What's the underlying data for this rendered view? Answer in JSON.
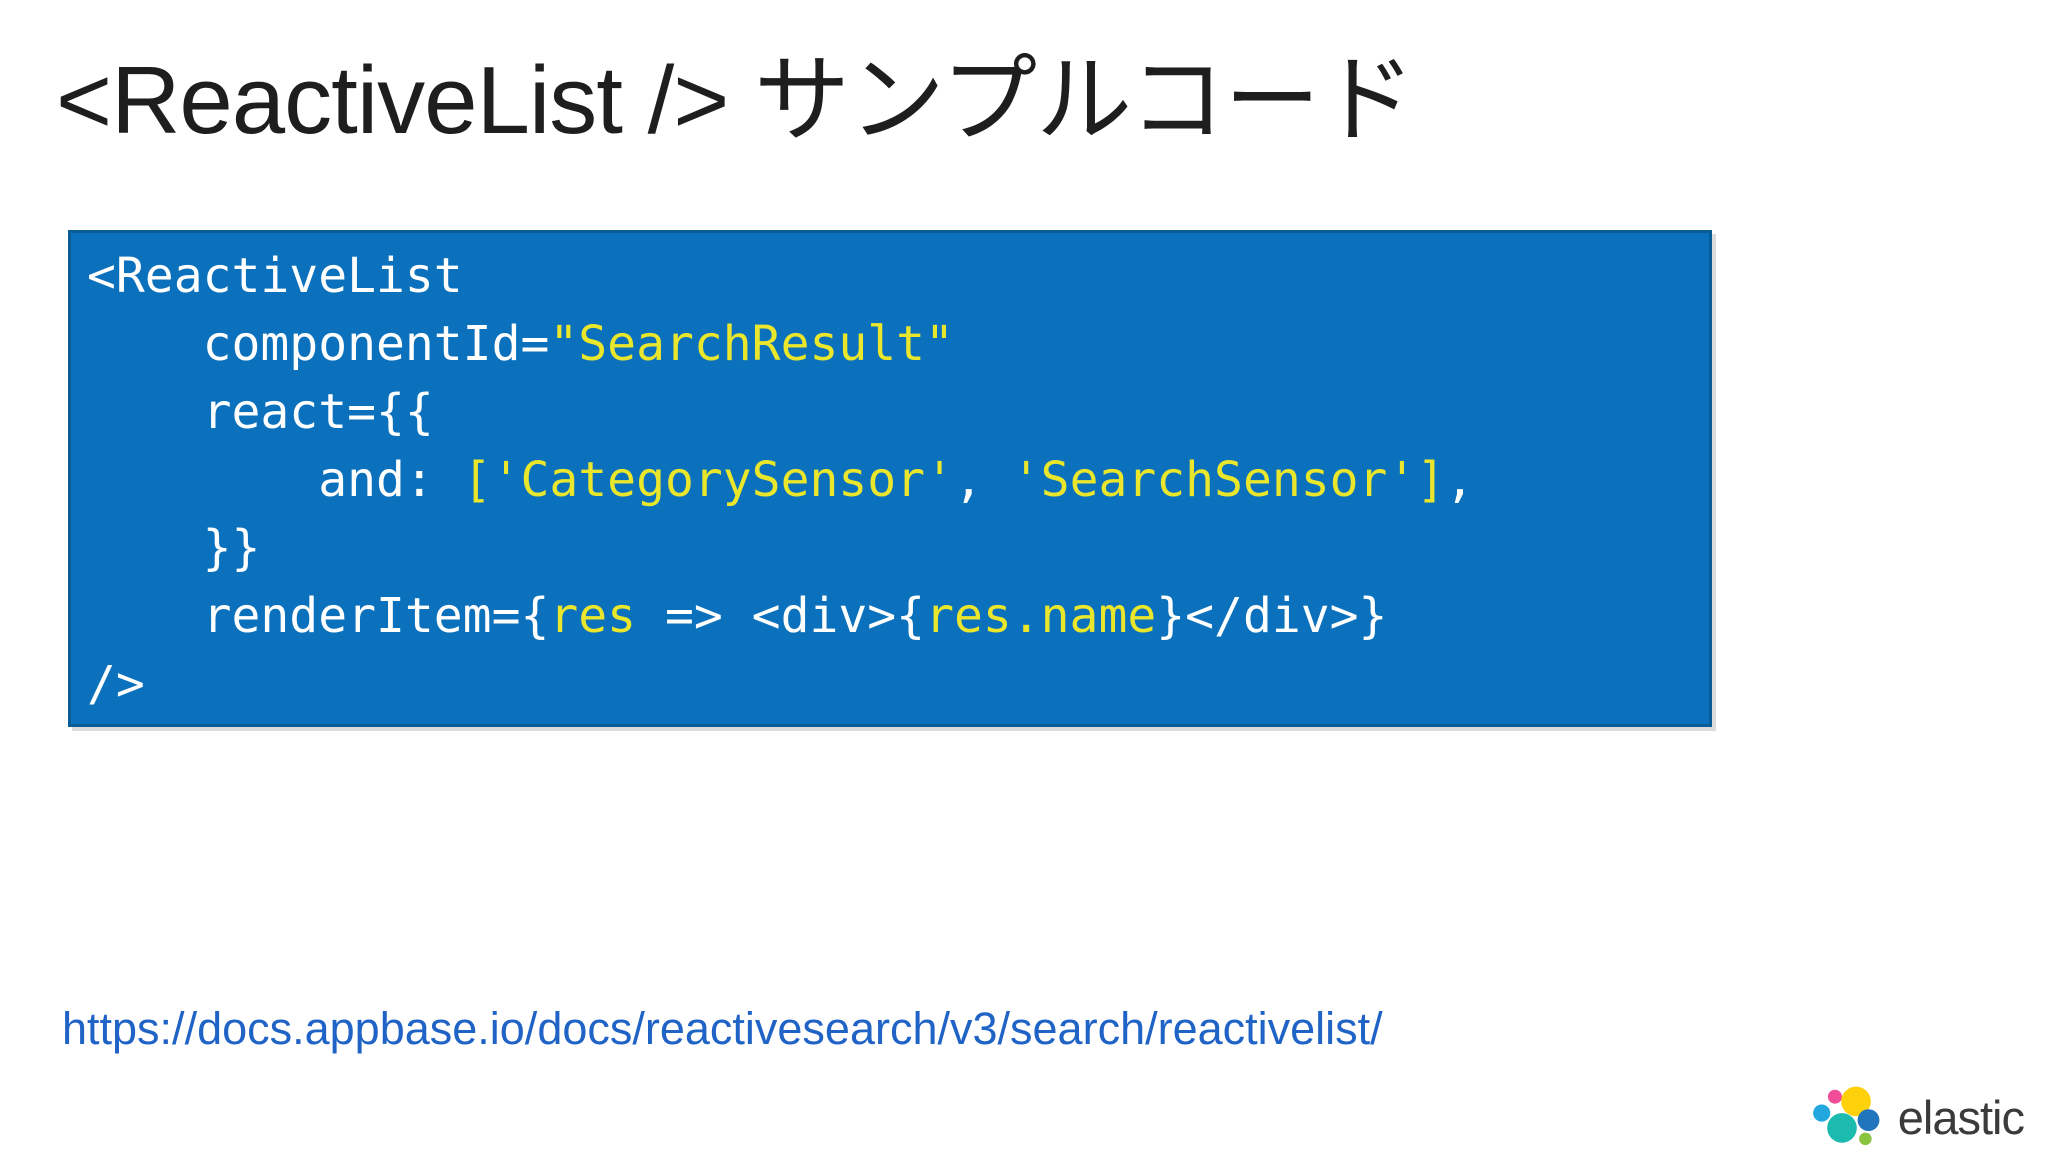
{
  "title": {
    "text": "<ReactiveList /> サンプルコード"
  },
  "code_block": {
    "bg_color": "#0B71BC",
    "border_color": "#0A5C97",
    "text_color": "#FFFFFF",
    "string_color": "#E9E62C",
    "lines": [
      [
        {
          "t": "<ReactiveList",
          "s": "plain"
        }
      ],
      [
        {
          "t": "    componentId=",
          "s": "plain"
        },
        {
          "t": "\"SearchResult\"",
          "s": "string"
        }
      ],
      [
        {
          "t": "    react={{",
          "s": "plain"
        }
      ],
      [
        {
          "t": "        and: ",
          "s": "plain"
        },
        {
          "t": "['CategorySensor'",
          "s": "string"
        },
        {
          "t": ", ",
          "s": "plain"
        },
        {
          "t": "'SearchSensor']",
          "s": "string"
        },
        {
          "t": ",",
          "s": "plain"
        }
      ],
      [
        {
          "t": "    }}",
          "s": "plain"
        }
      ],
      [
        {
          "t": "    renderItem={",
          "s": "plain"
        },
        {
          "t": "res",
          "s": "string"
        },
        {
          "t": " => <div>{",
          "s": "plain"
        },
        {
          "t": "res.name",
          "s": "string"
        },
        {
          "t": "}</div>}",
          "s": "plain"
        }
      ],
      [
        {
          "t": "/>",
          "s": "plain"
        }
      ]
    ]
  },
  "link": {
    "url": "https://docs.appbase.io/docs/reactivesearch/v3/search/reactivelist/",
    "color": "#2063C6"
  },
  "logo": {
    "wordmark": "elastic",
    "wordmark_color": "#3B3B3A",
    "circle_colors": [
      "#F04E98",
      "#FED10A",
      "#22A7DE",
      "#1DBAB0",
      "#2175BC",
      "#8BC53F"
    ]
  }
}
